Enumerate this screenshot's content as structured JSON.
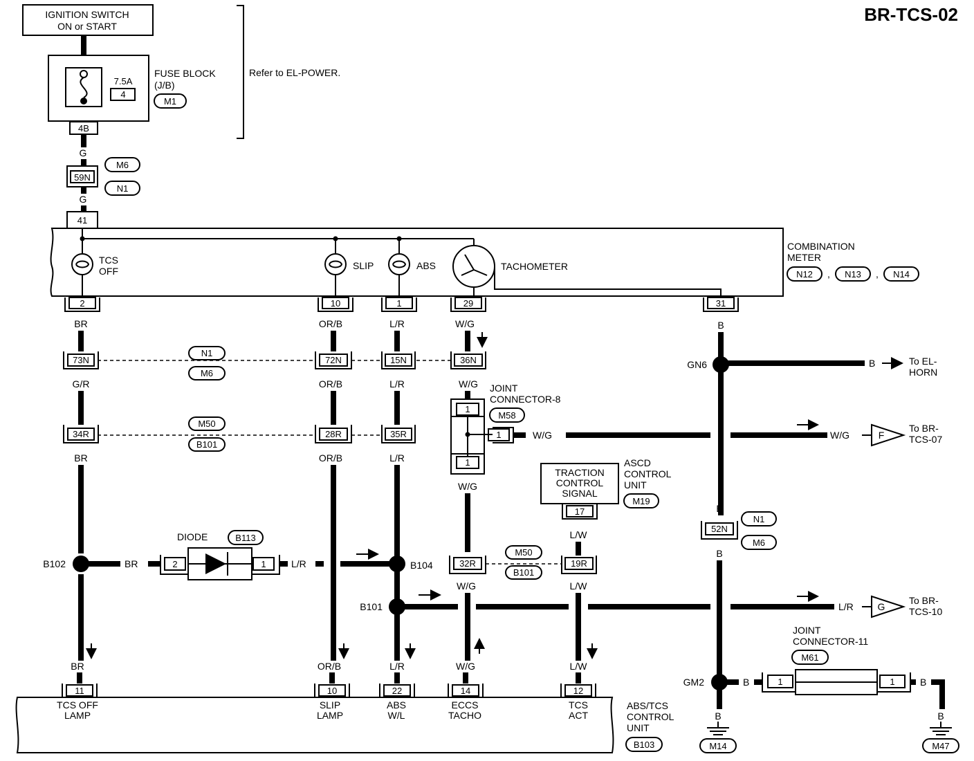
{
  "page_code": "BR-TCS-02",
  "ignition": {
    "line1": "IGNITION SWITCH",
    "line2": "ON or START"
  },
  "fuse": {
    "rating": "7.5A",
    "number": "4",
    "label": "FUSE BLOCK",
    "sub": "(J/B)",
    "conn": "M1",
    "pin": "4B",
    "refer": "Refer to EL-POWER."
  },
  "conn_59n": {
    "pin": "59N",
    "tag1": "M6",
    "tag2": "N1"
  },
  "meter": {
    "pin_in": "41",
    "lamps": {
      "tcs1": "TCS",
      "tcs2": "OFF",
      "slip": "SLIP",
      "abs": "ABS",
      "tacho": "TACHOMETER"
    },
    "label1": "COMBINATION",
    "label2": "METER",
    "conns": [
      "N12",
      "N13",
      "N14"
    ],
    "pins": {
      "tcs": "2",
      "slip": "10",
      "abs": "1",
      "tacho": "29",
      "gnd": "31"
    }
  },
  "wires": {
    "g": "G",
    "br": "BR",
    "orb": "OR/B",
    "lr": "L/R",
    "wg": "W/G",
    "b": "B",
    "gr": "G/R",
    "lw": "L/W"
  },
  "row1": {
    "p1": "73N",
    "p2": "72N",
    "p3": "15N",
    "p4": "36N",
    "tag1": "N1",
    "tag2": "M6"
  },
  "row2": {
    "p1": "34R",
    "p2": "28R",
    "p3": "35R",
    "tag1": "M50",
    "tag2": "B101"
  },
  "gn6": {
    "label": "GN6",
    "to1": "To EL-",
    "to2": "HORN"
  },
  "jc8": {
    "line1": "JOINT",
    "line2": "CONNECTOR-8",
    "conn": "M58",
    "pin_top": "1",
    "pin_right": "1",
    "pin_bot": "1"
  },
  "to_f": {
    "letter": "F",
    "to1": "To BR-",
    "to2": "TCS-07"
  },
  "to_g": {
    "letter": "G",
    "to1": "To BR-",
    "to2": "TCS-10"
  },
  "ascd": {
    "box1": "TRACTION",
    "box2": "CONTROL",
    "box3": "SIGNAL",
    "l1": "ASCD",
    "l2": "CONTROL",
    "l3": "UNIT",
    "conn": "M19",
    "pin": "17"
  },
  "conn_52n": {
    "pin": "52N",
    "tag1": "N1",
    "tag2": "M6"
  },
  "diode": {
    "label": "DIODE",
    "conn": "B113",
    "pin_l": "2",
    "pin_r": "1"
  },
  "splices": {
    "b102": "B102",
    "b104": "B104",
    "b101": "B101",
    "gm2": "GM2"
  },
  "row3": {
    "p1": "32R",
    "p2": "19R",
    "tag1": "M50",
    "tag2": "B101"
  },
  "jc11": {
    "line1": "JOINT",
    "line2": "CONNECTOR-11",
    "conn": "M61",
    "pin_l": "1",
    "pin_r": "1"
  },
  "grounds": {
    "m14": "M14",
    "m47": "M47"
  },
  "abs_unit": {
    "l1": "ABS/TCS",
    "l2": "CONTROL",
    "l3": "UNIT",
    "conn": "B103",
    "terminals": [
      {
        "pin": "11",
        "name1": "TCS OFF",
        "name2": "LAMP"
      },
      {
        "pin": "10",
        "name1": "SLIP",
        "name2": "LAMP"
      },
      {
        "pin": "22",
        "name1": "ABS",
        "name2": "W/L"
      },
      {
        "pin": "14",
        "name1": "ECCS",
        "name2": "TACHO"
      },
      {
        "pin": "12",
        "name1": "TCS",
        "name2": "ACT"
      }
    ]
  }
}
